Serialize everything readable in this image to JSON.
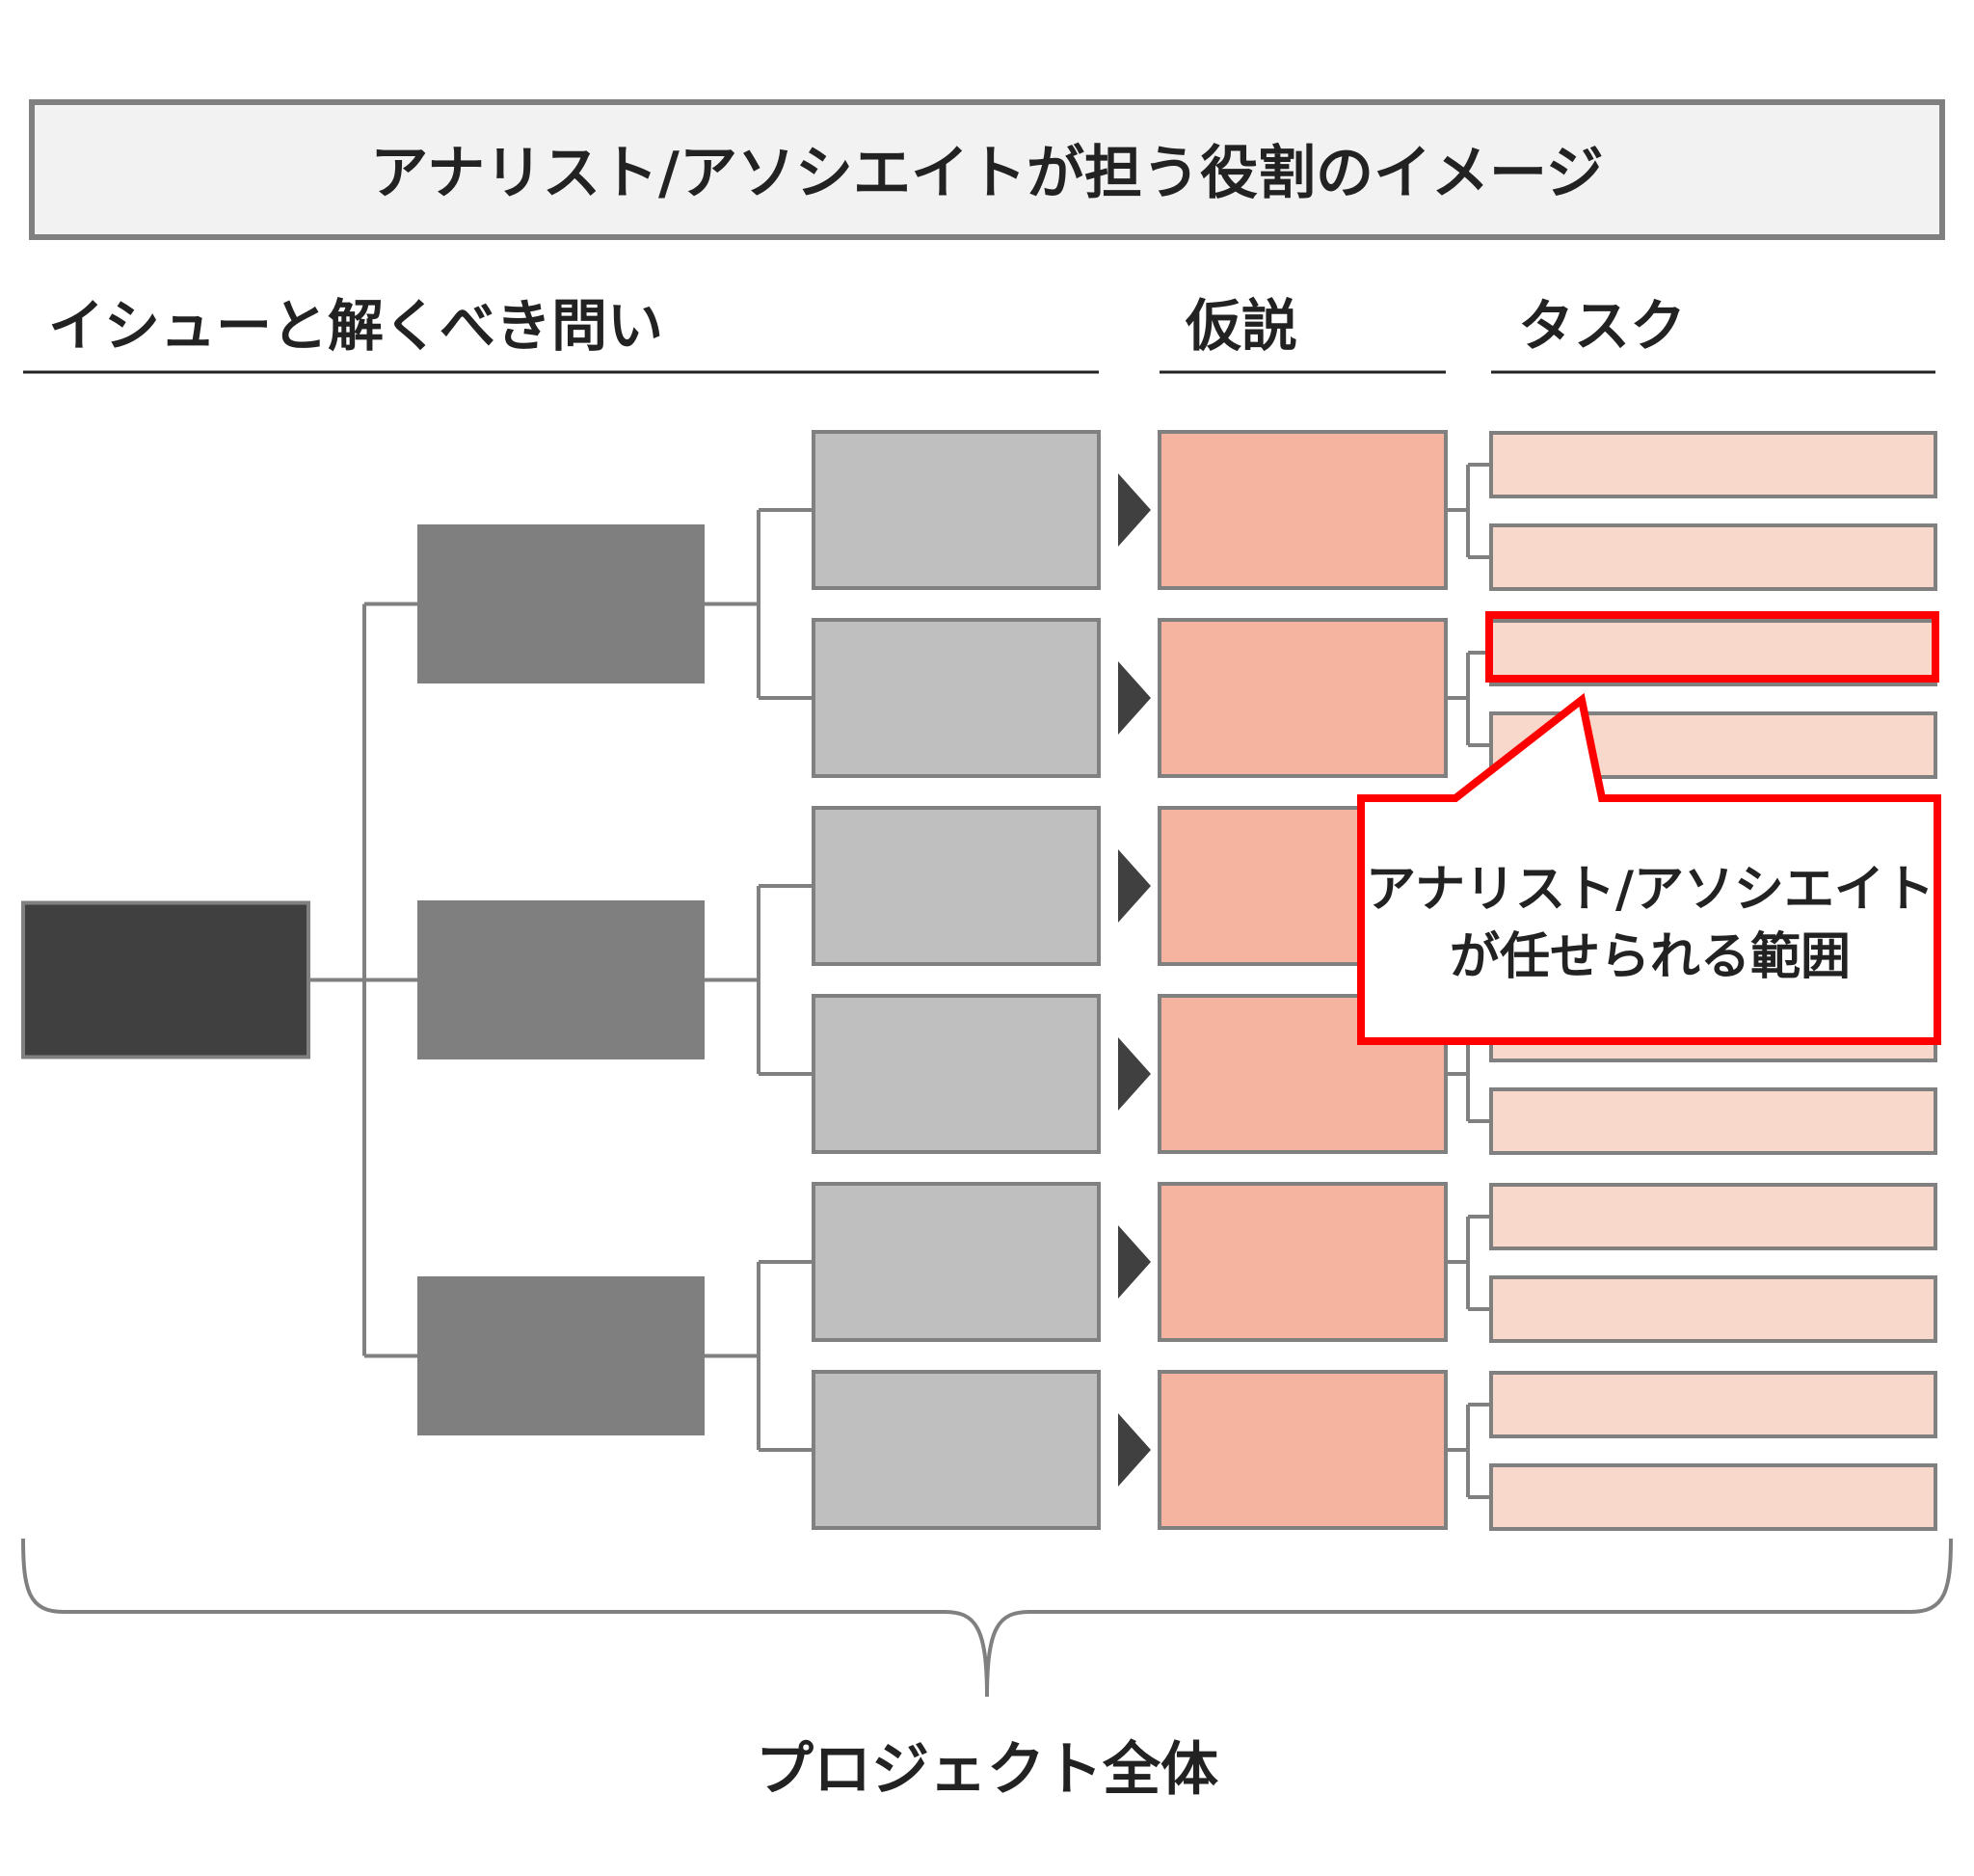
{
  "title": "アナリスト/アソシエイトが担う役割のイメージ",
  "headers": {
    "issue": "イシューと解くべき問い",
    "hypothesis": "仮説",
    "task": "タスク"
  },
  "callout": {
    "line1": "アナリスト/アソシエイト",
    "line2": "が任せられる範囲"
  },
  "footer": "プロジェクト全体",
  "structure": {
    "root_count": 1,
    "level2_count": 3,
    "questions_per_level2": 2,
    "tasks_per_hypothesis": 2,
    "highlighted_task": {
      "hypothesis_index": 1,
      "task_index": 0
    }
  },
  "colors": {
    "root": "#404040",
    "level2": "#7f7f7f",
    "question": "#bfbfbf",
    "hypothesis": "#f4b4a0",
    "task": "#f9d8cc",
    "connector": "#808080",
    "arrow": "#404040",
    "title_bg": "#f2f2f2",
    "highlight": "#ff0000"
  }
}
